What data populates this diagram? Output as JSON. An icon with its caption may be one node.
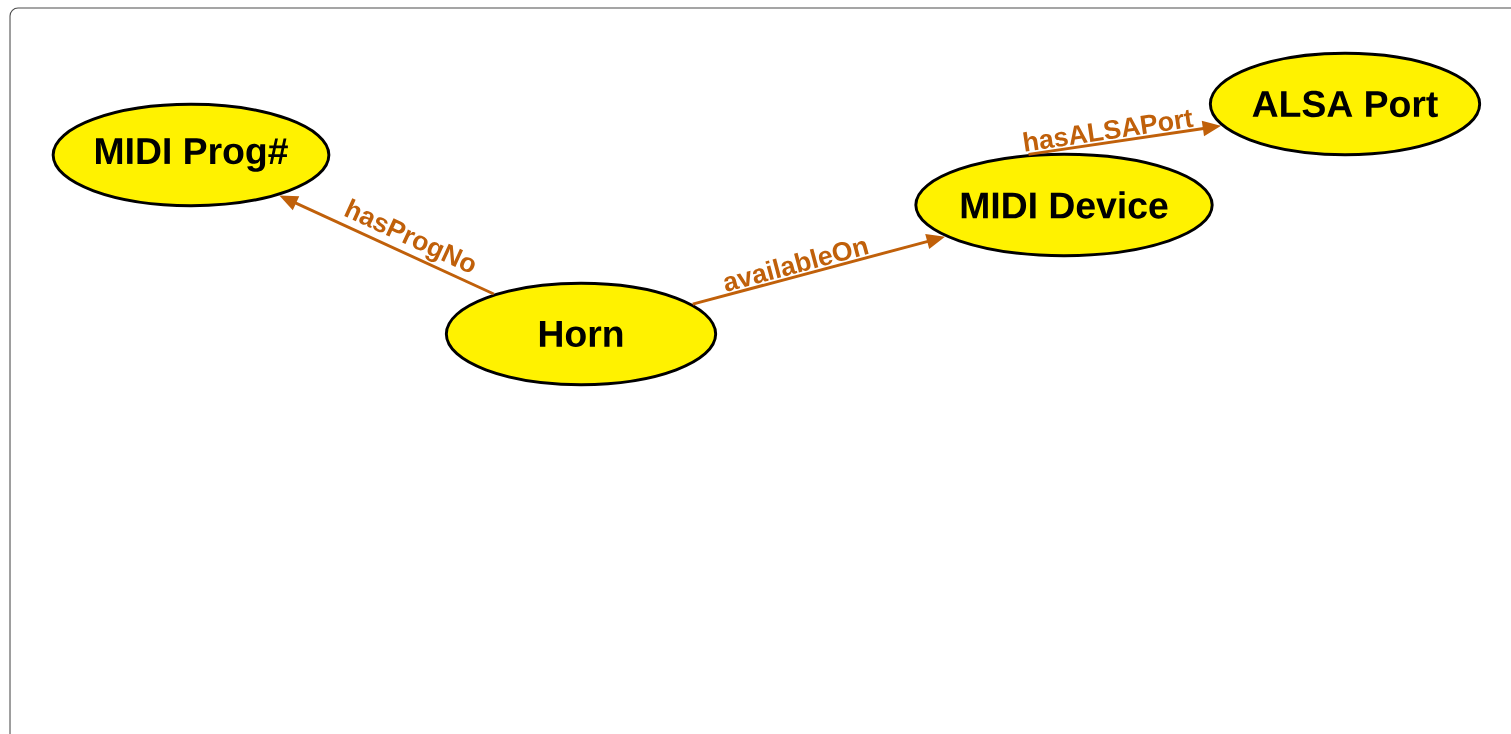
{
  "diagram": {
    "nodes": [
      {
        "text": [
          "MIDI Prog#"
        ]
      },
      {
        "text": [
          "Horn"
        ]
      },
      {
        "text": [
          "MIDI Device"
        ]
      },
      {
        "text": [
          "ALSA Port"
        ]
      }
    ],
    "edges": [
      {
        "from": 1,
        "to": 0,
        "arrow": "to",
        "label": "hasProgNo"
      },
      {
        "from": 1,
        "to": 2,
        "arrow": "to",
        "label": "availableOn"
      },
      {
        "from": 2,
        "to": 3,
        "arrow": "to",
        "label": "hasALSAPort"
      }
    ]
  }
}
